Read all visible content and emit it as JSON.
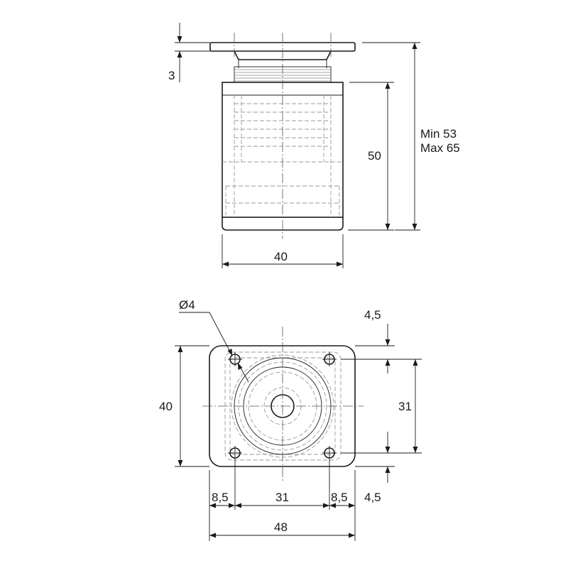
{
  "side_view": {
    "dim_top_plate": "3",
    "dim_body_height": "50",
    "dim_overall_min": "Min 53",
    "dim_overall_max": "Max 65",
    "dim_body_width": "40"
  },
  "plan_view": {
    "dim_hole_diameter": "Ø4",
    "dim_top_margin": "4,5",
    "dim_bottom_margin": "4,5",
    "dim_hole_spacing_v": "31",
    "dim_plate_height": "40",
    "dim_left_margin": "8,5",
    "dim_hole_spacing_h": "31",
    "dim_right_margin": "8,5",
    "dim_plate_width": "48"
  }
}
